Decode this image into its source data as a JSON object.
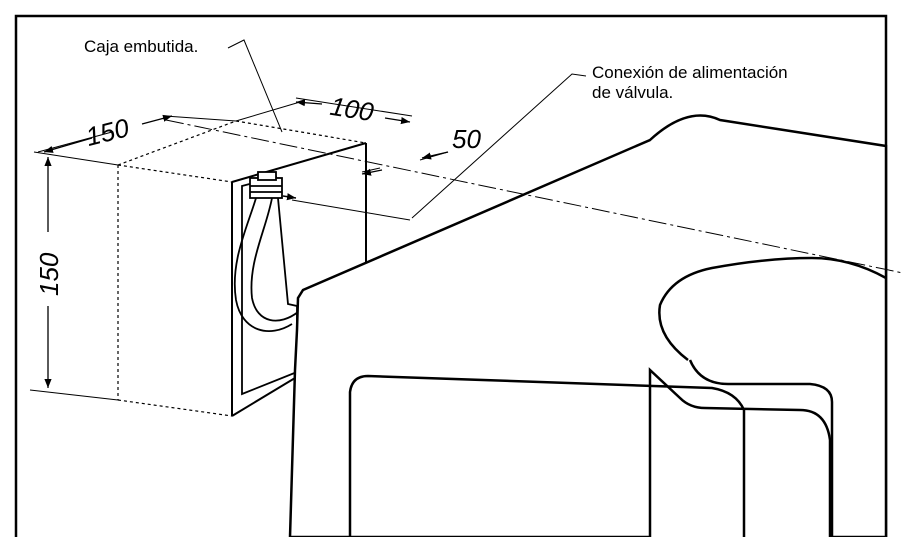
{
  "labels": {
    "recessed_box": "Caja embutida.",
    "valve_supply_line1": "Conexión de alimentación",
    "valve_supply_line2": "de válvula."
  },
  "dimensions": {
    "depth": "150",
    "width": "100",
    "offset": "50",
    "height": "150"
  }
}
